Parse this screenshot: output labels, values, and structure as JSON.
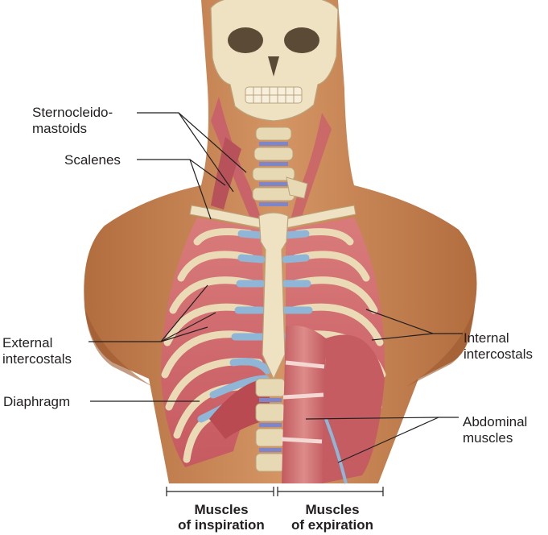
{
  "labels": {
    "sternocleidomastoids": "Sternocleido-\nmastoids",
    "scalenes": "Scalenes",
    "external_intercostals": "External\nintercostals",
    "diaphragm": "Diaphragm",
    "internal_intercostals": "Internal\nintercostals",
    "abdominal_muscles": "Abdominal\nmuscles"
  },
  "groups": {
    "inspiration": "Muscles\nof inspiration",
    "expiration": "Muscles\nof expiration"
  },
  "colors": {
    "skin": "#c8834f",
    "skin_shadow": "#a86438",
    "bone": "#efe2c3",
    "bone_shadow": "#cdb98d",
    "cartilage": "#8fb6d6",
    "muscle": "#c96468",
    "muscle_light": "#e7a9a6",
    "diaphragm_muscle": "#b94a52",
    "leader_line": "#231f20"
  }
}
